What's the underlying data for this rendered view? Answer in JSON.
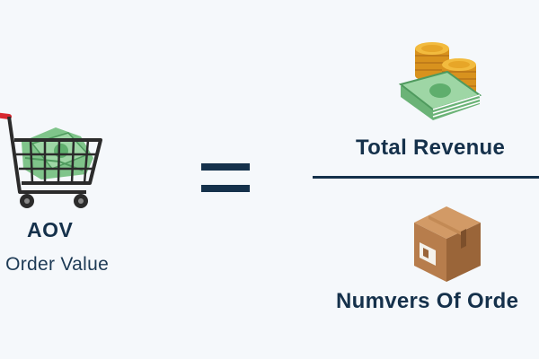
{
  "left": {
    "title": "AOV",
    "subtitle": "ge Order Value",
    "icon": "shopping-cart-with-cash"
  },
  "operator": "=",
  "numerator": {
    "label": "Total Revenue",
    "icon": "money-stack-with-coins"
  },
  "denominator": {
    "label": "Numvers Of Orde",
    "icon": "cardboard-box"
  },
  "colors": {
    "text": "#15314b",
    "background": "#f5f8fb",
    "cash_green": "#7fc48a",
    "coin_gold": "#e7a628",
    "box_brown": "#b77d4c",
    "cart_handle_red": "#d8272f"
  }
}
